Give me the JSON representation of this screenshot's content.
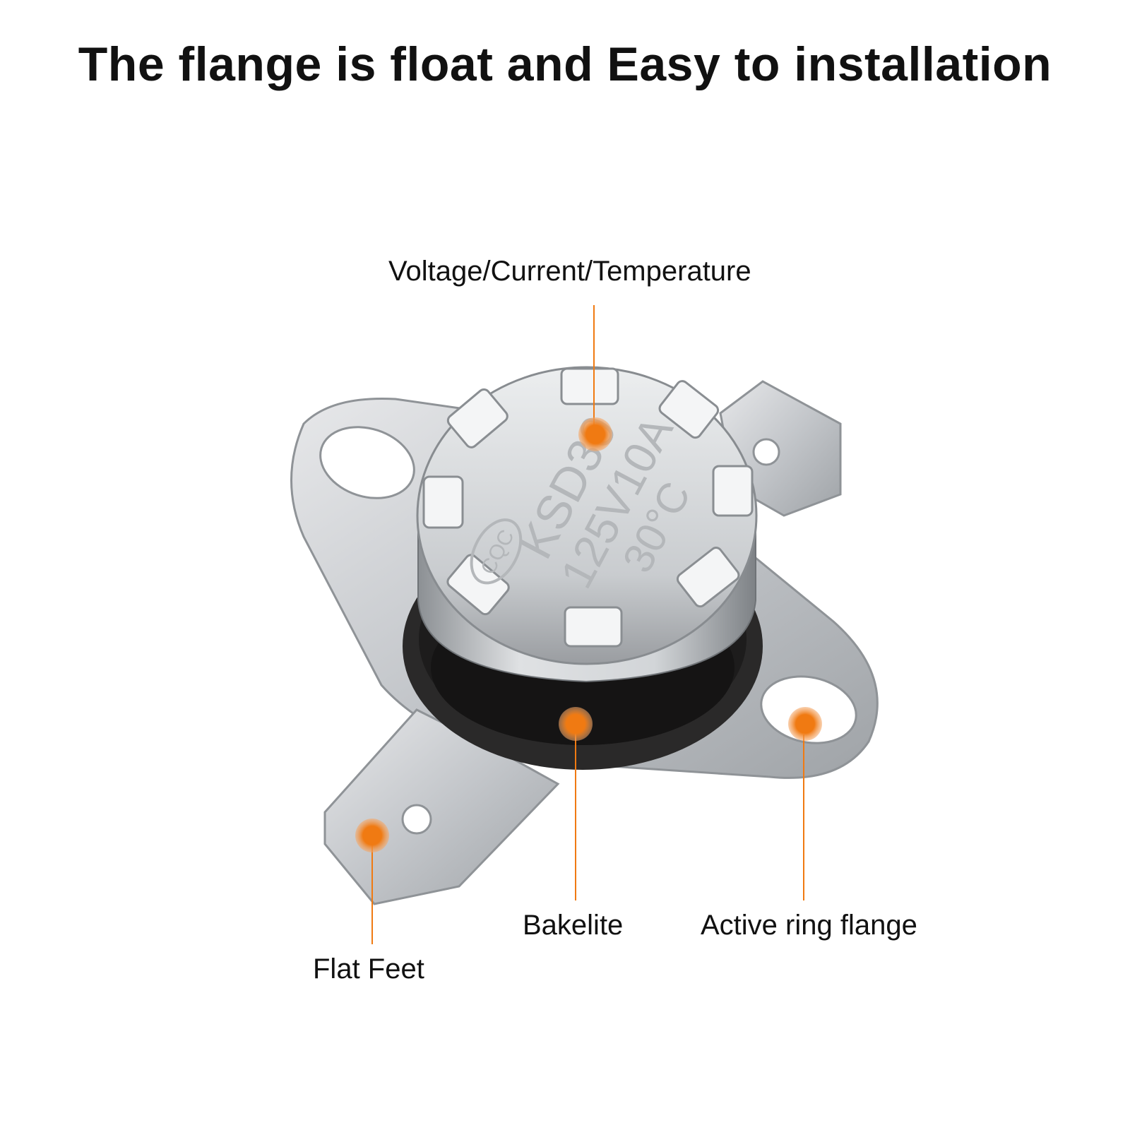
{
  "headline": "The flange is float and Easy to installation",
  "callouts": {
    "top": "Voltage/Current/Temperature",
    "bakelite": "Bakelite",
    "ring_flange": "Active ring flange",
    "flat_feet": "Flat Feet"
  },
  "cap_marking": {
    "logo": "CQC",
    "model": "KSD30",
    "rating": "125V10A",
    "temperature": "30°C"
  },
  "colors": {
    "accent": "#f07a12",
    "metal": "#c9cccf",
    "bakelite": "#1d1c1c"
  }
}
